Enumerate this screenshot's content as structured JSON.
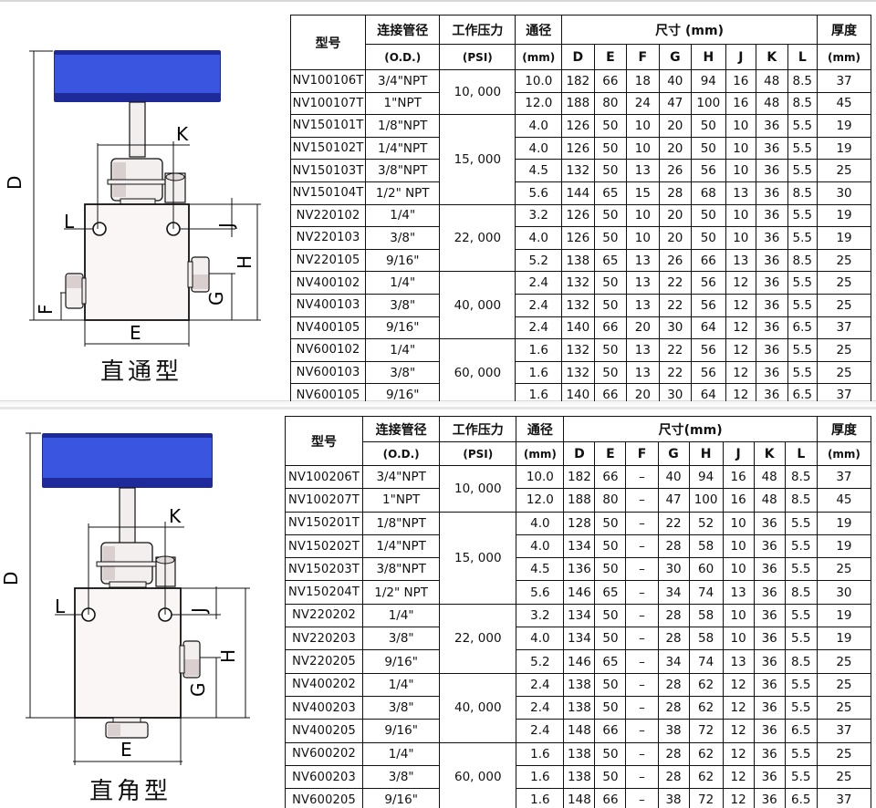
{
  "straight": {
    "caption": "直通型",
    "diagram_labels": {
      "D": "D",
      "K": "K",
      "L": "L",
      "J": "J",
      "H": "H",
      "G": "G",
      "F": "F",
      "E": "E"
    },
    "header": {
      "model": "型号",
      "od_1": "连接管径",
      "od_2": "(O.D.)",
      "psi_1": "工作压力",
      "psi_2": "(PSI)",
      "bore_1": "通径",
      "bore_2": "(mm)",
      "dims": "尺寸 (mm)",
      "thick_1": "厚度",
      "thick_2": "(mm)",
      "cols": [
        "D",
        "E",
        "F",
        "G",
        "H",
        "J",
        "K",
        "L"
      ]
    },
    "groups": [
      {
        "pressure": "10, 000",
        "rows": [
          {
            "model": "NV100106T",
            "od": "3/4\"NPT",
            "bore": "10.0",
            "dims": [
              "182",
              "66",
              "18",
              "40",
              "94",
              "16",
              "48",
              "8.5"
            ],
            "thick": "37"
          },
          {
            "model": "NV100107T",
            "od": "1\"NPT",
            "bore": "12.0",
            "dims": [
              "188",
              "80",
              "24",
              "47",
              "100",
              "16",
              "48",
              "8.5"
            ],
            "thick": "45"
          }
        ]
      },
      {
        "pressure": "15, 000",
        "rows": [
          {
            "model": "NV150101T",
            "od": "1/8\"NPT",
            "bore": "4.0",
            "dims": [
              "126",
              "50",
              "10",
              "20",
              "50",
              "10",
              "36",
              "5.5"
            ],
            "thick": "19"
          },
          {
            "model": "NV150102T",
            "od": "1/4\"NPT",
            "bore": "4.0",
            "dims": [
              "126",
              "50",
              "10",
              "20",
              "50",
              "10",
              "36",
              "5.5"
            ],
            "thick": "19"
          },
          {
            "model": "NV150103T",
            "od": "3/8\"NPT",
            "bore": "4.5",
            "dims": [
              "132",
              "50",
              "13",
              "26",
              "56",
              "10",
              "36",
              "5.5"
            ],
            "thick": "25"
          },
          {
            "model": "NV150104T",
            "od": "1/2\" NPT",
            "bore": "5.6",
            "dims": [
              "144",
              "65",
              "15",
              "28",
              "68",
              "13",
              "36",
              "8.5"
            ],
            "thick": "30"
          }
        ]
      },
      {
        "pressure": "22, 000",
        "rows": [
          {
            "model": "NV220102",
            "od": "1/4\"",
            "bore": "3.2",
            "dims": [
              "126",
              "50",
              "10",
              "20",
              "50",
              "10",
              "36",
              "5.5"
            ],
            "thick": "19"
          },
          {
            "model": "NV220103",
            "od": "3/8\"",
            "bore": "4.0",
            "dims": [
              "126",
              "50",
              "10",
              "20",
              "50",
              "10",
              "36",
              "5.5"
            ],
            "thick": "19"
          },
          {
            "model": "NV220105",
            "od": "9/16\"",
            "bore": "5.2",
            "dims": [
              "138",
              "65",
              "13",
              "26",
              "66",
              "13",
              "36",
              "8.5"
            ],
            "thick": "25"
          }
        ]
      },
      {
        "pressure": "40, 000",
        "rows": [
          {
            "model": "NV400102",
            "od": "1/4\"",
            "bore": "2.4",
            "dims": [
              "132",
              "50",
              "13",
              "22",
              "56",
              "12",
              "36",
              "5.5"
            ],
            "thick": "25"
          },
          {
            "model": "NV400103",
            "od": "3/8\"",
            "bore": "2.4",
            "dims": [
              "132",
              "50",
              "13",
              "22",
              "56",
              "12",
              "36",
              "5.5"
            ],
            "thick": "25"
          },
          {
            "model": "NV400105",
            "od": "9/16\"",
            "bore": "2.4",
            "dims": [
              "140",
              "66",
              "20",
              "30",
              "64",
              "12",
              "36",
              "6.5"
            ],
            "thick": "37"
          }
        ]
      },
      {
        "pressure": "60, 000",
        "rows": [
          {
            "model": "NV600102",
            "od": "1/4\"",
            "bore": "1.6",
            "dims": [
              "132",
              "50",
              "13",
              "22",
              "56",
              "12",
              "36",
              "5.5"
            ],
            "thick": "25"
          },
          {
            "model": "NV600103",
            "od": "3/8\"",
            "bore": "1.6",
            "dims": [
              "132",
              "50",
              "13",
              "22",
              "56",
              "12",
              "36",
              "5.5"
            ],
            "thick": "25"
          },
          {
            "model": "NV600105",
            "od": "9/16\"",
            "bore": "1.6",
            "dims": [
              "140",
              "66",
              "20",
              "30",
              "64",
              "12",
              "36",
              "6.5"
            ],
            "thick": "37"
          }
        ]
      }
    ]
  },
  "angle": {
    "caption": "直角型",
    "diagram_labels": {
      "D": "D",
      "K": "K",
      "L": "L",
      "J": "J",
      "H": "H",
      "G": "G",
      "E": "E"
    },
    "header": {
      "model": "型号",
      "od_1": "连接管径",
      "od_2": "(O.D.)",
      "psi_1": "工作压力",
      "psi_2": "(PSI)",
      "bore_1": "通径",
      "bore_2": "(mm)",
      "dims": "尺寸(mm)",
      "thick_1": "厚度",
      "thick_2": "(mm)",
      "cols": [
        "D",
        "E",
        "F",
        "G",
        "H",
        "J",
        "K",
        "L"
      ]
    },
    "groups": [
      {
        "pressure": "10, 000",
        "rows": [
          {
            "model": "NV100206T",
            "od": "3/4\"NPT",
            "bore": "10.0",
            "dims": [
              "182",
              "66",
              "–",
              "40",
              "94",
              "16",
              "48",
              "8.5"
            ],
            "thick": "37"
          },
          {
            "model": "NV100207T",
            "od": "1\"NPT",
            "bore": "12.0",
            "dims": [
              "188",
              "80",
              "–",
              "47",
              "100",
              "16",
              "48",
              "8.5"
            ],
            "thick": "45"
          }
        ]
      },
      {
        "pressure": "15, 000",
        "rows": [
          {
            "model": "NV150201T",
            "od": "1/8\"NPT",
            "bore": "4.0",
            "dims": [
              "128",
              "50",
              "–",
              "22",
              "52",
              "10",
              "36",
              "5.5"
            ],
            "thick": "19"
          },
          {
            "model": "NV150202T",
            "od": "1/4\"NPT",
            "bore": "4.0",
            "dims": [
              "134",
              "50",
              "–",
              "28",
              "58",
              "10",
              "36",
              "5.5"
            ],
            "thick": "19"
          },
          {
            "model": "NV150203T",
            "od": "3/8\"NPT",
            "bore": "4.5",
            "dims": [
              "136",
              "50",
              "–",
              "30",
              "60",
              "10",
              "36",
              "5.5"
            ],
            "thick": "25"
          },
          {
            "model": "NV150204T",
            "od": "1/2\" NPT",
            "bore": "5.6",
            "dims": [
              "146",
              "65",
              "–",
              "34",
              "74",
              "13",
              "36",
              "8.5"
            ],
            "thick": "30"
          }
        ]
      },
      {
        "pressure": "22, 000",
        "rows": [
          {
            "model": "NV220202",
            "od": "1/4\"",
            "bore": "3.2",
            "dims": [
              "134",
              "50",
              "–",
              "28",
              "58",
              "10",
              "36",
              "5.5"
            ],
            "thick": "19"
          },
          {
            "model": "NV220203",
            "od": "3/8\"",
            "bore": "4.0",
            "dims": [
              "134",
              "50",
              "–",
              "28",
              "58",
              "10",
              "36",
              "5.5"
            ],
            "thick": "19"
          },
          {
            "model": "NV220205",
            "od": "9/16\"",
            "bore": "5.2",
            "dims": [
              "146",
              "65",
              "–",
              "34",
              "74",
              "13",
              "36",
              "8.5"
            ],
            "thick": "25"
          }
        ]
      },
      {
        "pressure": "40, 000",
        "rows": [
          {
            "model": "NV400202",
            "od": "1/4\"",
            "bore": "2.4",
            "dims": [
              "138",
              "50",
              "–",
              "28",
              "62",
              "12",
              "36",
              "5.5"
            ],
            "thick": "25"
          },
          {
            "model": "NV400203",
            "od": "3/8\"",
            "bore": "2.4",
            "dims": [
              "138",
              "50",
              "–",
              "28",
              "62",
              "12",
              "36",
              "5.5"
            ],
            "thick": "25"
          },
          {
            "model": "NV400205",
            "od": "9/16\"",
            "bore": "2.4",
            "dims": [
              "148",
              "66",
              "–",
              "38",
              "72",
              "12",
              "36",
              "6.5"
            ],
            "thick": "37"
          }
        ]
      },
      {
        "pressure": "60, 000",
        "rows": [
          {
            "model": "NV600202",
            "od": "1/4\"",
            "bore": "1.6",
            "dims": [
              "138",
              "50",
              "–",
              "28",
              "62",
              "12",
              "36",
              "5.5"
            ],
            "thick": "25"
          },
          {
            "model": "NV600203",
            "od": "3/8\"",
            "bore": "1.6",
            "dims": [
              "138",
              "50",
              "–",
              "28",
              "62",
              "12",
              "36",
              "5.5"
            ],
            "thick": "25"
          },
          {
            "model": "NV600205",
            "od": "9/16\"",
            "bore": "1.6",
            "dims": [
              "148",
              "66",
              "–",
              "38",
              "72",
              "12",
              "36",
              "6.5"
            ],
            "thick": "37"
          }
        ]
      }
    ]
  },
  "colors": {
    "handle_blue": "#3a50d8",
    "handle_dark": "#1f2a9a",
    "body_fill": "#fbf6f6",
    "nut_fill": "#e9e2e2",
    "line": "#111111"
  }
}
